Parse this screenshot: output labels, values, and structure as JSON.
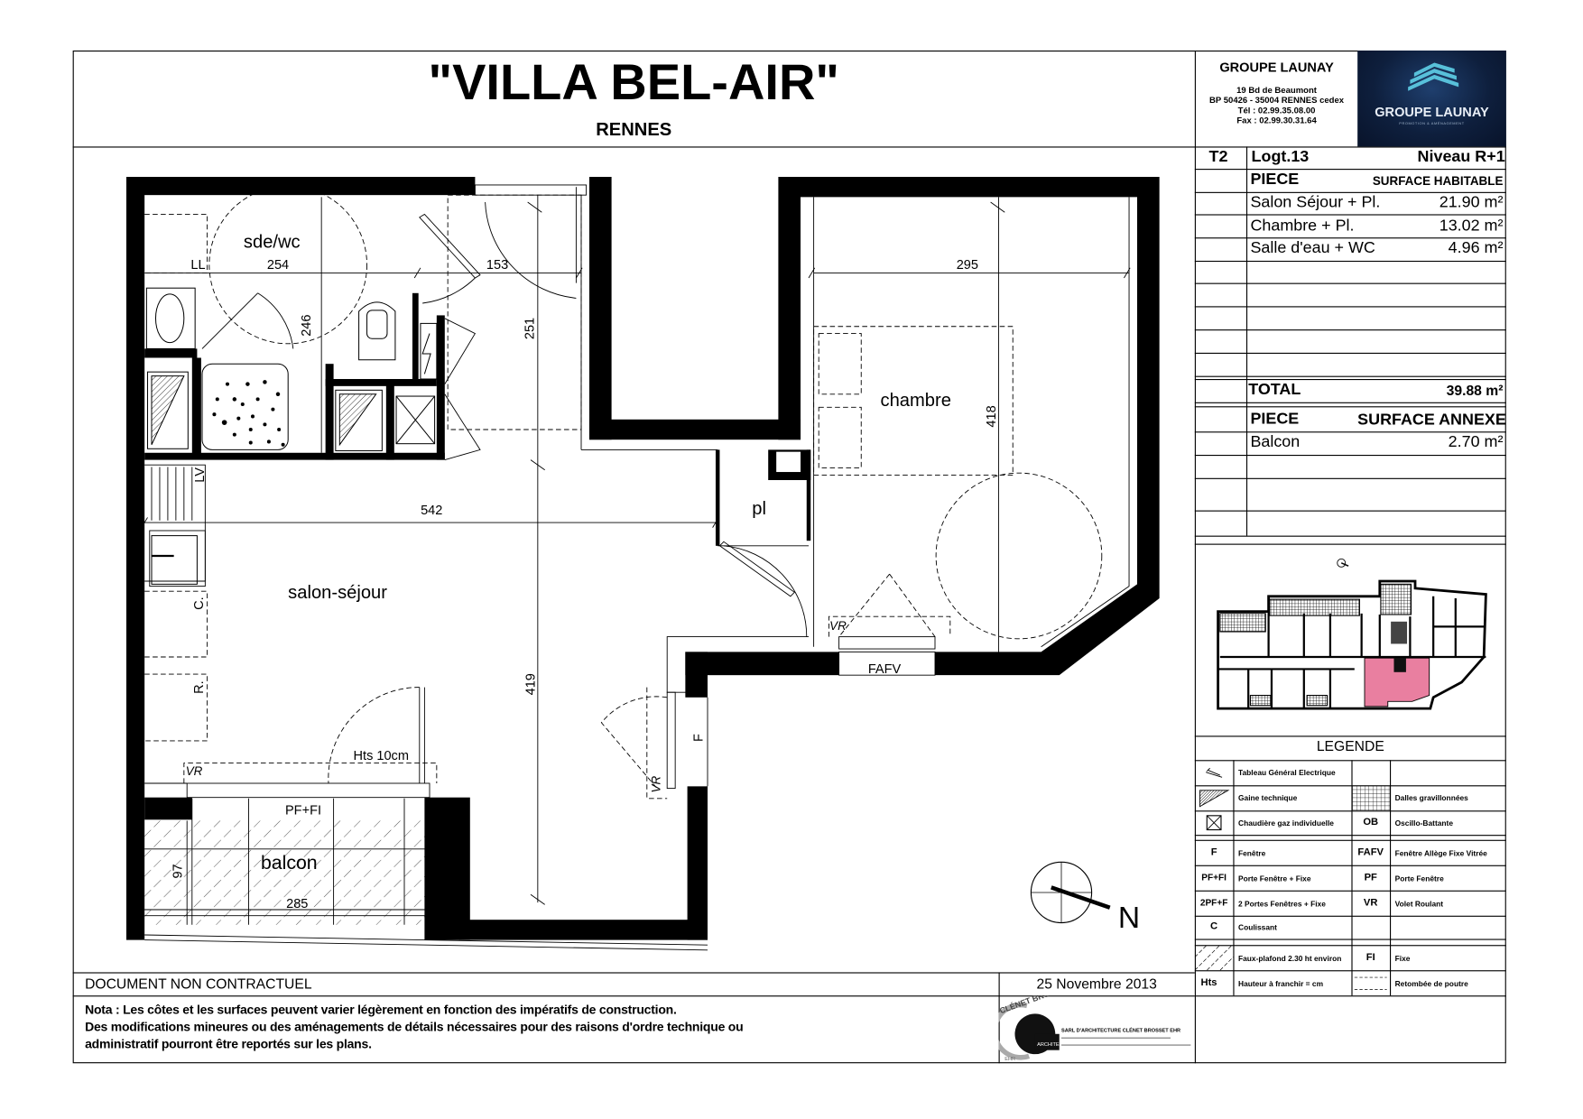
{
  "header": {
    "title": "\"VILLA BEL-AIR\"",
    "city": "RENNES"
  },
  "company": {
    "name": "GROUPE LAUNAY",
    "address_lines": [
      "19 Bd de Beaumont",
      "BP 50426 - 35004 RENNES cedex",
      "Tél : 02.99.35.08.00",
      "Fax : 02.99.30.31.64"
    ],
    "logo_text": "GROUPE LAUNAY",
    "logo_tagline": "PROMOTION & AMÉNAGEMENT",
    "logo_color": "#0e1f3d"
  },
  "unit": {
    "type": "T2",
    "logement": "Logt.13",
    "niveau": "Niveau R+1",
    "habitable_header": {
      "piece": "PIECE",
      "surface": "SURFACE HABITABLE"
    },
    "habitable_rows": [
      {
        "piece": "Salon Séjour + Pl.",
        "surface": "21.90 m²"
      },
      {
        "piece": "Chambre + Pl.",
        "surface": "13.02 m²"
      },
      {
        "piece": "Salle d'eau + WC",
        "surface": "4.96 m²"
      }
    ],
    "total_label": "TOTAL",
    "total_value": "39.88 m²",
    "annexe_header": {
      "piece": "PIECE",
      "surface": "SURFACE ANNEXE"
    },
    "annexe_rows": [
      {
        "piece": "Balcon",
        "surface": "2.70 m²"
      }
    ]
  },
  "key_plan": {
    "highlight_color": "#e97fa0"
  },
  "legend": {
    "title": "LEGENDE",
    "rows": [
      {
        "code1": "",
        "icon1": "electric-panel-icon",
        "text1": "Tableau Général Electrique",
        "code2": "",
        "icon2": "",
        "text2": ""
      },
      {
        "code1": "",
        "icon1": "technical-duct-icon",
        "text1": "Gaine technique",
        "code2": "",
        "icon2": "gravel-slab-icon",
        "text2": "Dalles gravillonnées"
      },
      {
        "code1": "",
        "icon1": "gas-boiler-icon",
        "text1": "Chaudière gaz individuelle",
        "code2": "OB",
        "icon2": "",
        "text2": "Oscillo-Battante"
      },
      {
        "code1": "F",
        "icon1": "",
        "text1": "Fenêtre",
        "code2": "FAFV",
        "icon2": "",
        "text2": "Fenêtre Allège Fixe Vitrée"
      },
      {
        "code1": "PF+FI",
        "icon1": "",
        "text1": "Porte Fenêtre + Fixe",
        "code2": "PF",
        "icon2": "",
        "text2": "Porte Fenêtre"
      },
      {
        "code1": "2PF+F",
        "icon1": "",
        "text1": "2 Portes Fenêtres + Fixe",
        "code2": "VR",
        "icon2": "",
        "text2": "Volet Roulant"
      },
      {
        "code1": "C",
        "icon1": "",
        "text1": "Coulissant",
        "code2": "",
        "icon2": "",
        "text2": ""
      },
      {
        "code1": "",
        "icon1": "false-ceiling-hatch-icon",
        "text1": "Faux-plafond 2.30 ht environ",
        "code2": "FI",
        "icon2": "",
        "text2": "Fixe"
      },
      {
        "code1": "Hts",
        "icon1": "",
        "text1": "Hauteur à franchir = cm",
        "code2": "",
        "icon2": "beam-drop-dashed-icon",
        "text2": "Retombée de poutre"
      }
    ]
  },
  "plan": {
    "rooms": {
      "sde": "sde/wc",
      "chambre": "chambre",
      "pl": "pl",
      "salon": "salon-séjour",
      "balcon": "balcon"
    },
    "labels": {
      "ll": "LL",
      "lv": "LV",
      "c": "C.",
      "r": "R.",
      "hts": "Hts 10cm",
      "vr1": "VR",
      "vr2": "VR",
      "vr3": "VR",
      "pffi": "PF+FI",
      "fafv": "FAFV",
      "f": "F",
      "north": "N"
    },
    "dimensions": {
      "d254": "254",
      "d153": "153",
      "d246": "246",
      "d251": "251",
      "d295": "295",
      "d418": "418",
      "d542": "542",
      "d419": "419",
      "d97": "97",
      "d285": "285"
    }
  },
  "footer": {
    "disclaimer": "DOCUMENT NON CONTRACTUEL",
    "date": "25 Novembre 2013",
    "nota_lines": [
      "Nota : Les côtes et les surfaces peuvent varier légèrement en fonction des impératifs de construction.",
      "Des modifications mineures ou des aménagements de détails nécessaires pour des raisons d'ordre technique ou",
      "administratif pourront être reportés sur les plans."
    ],
    "architect": {
      "logo_text": "CLÉNET BROSSET",
      "logo_sub": "ARCHITECTES",
      "logo_ring": "EHR",
      "name": "SARL D'ARCHITECTURE CLÉNET BROSSET EHR"
    }
  }
}
